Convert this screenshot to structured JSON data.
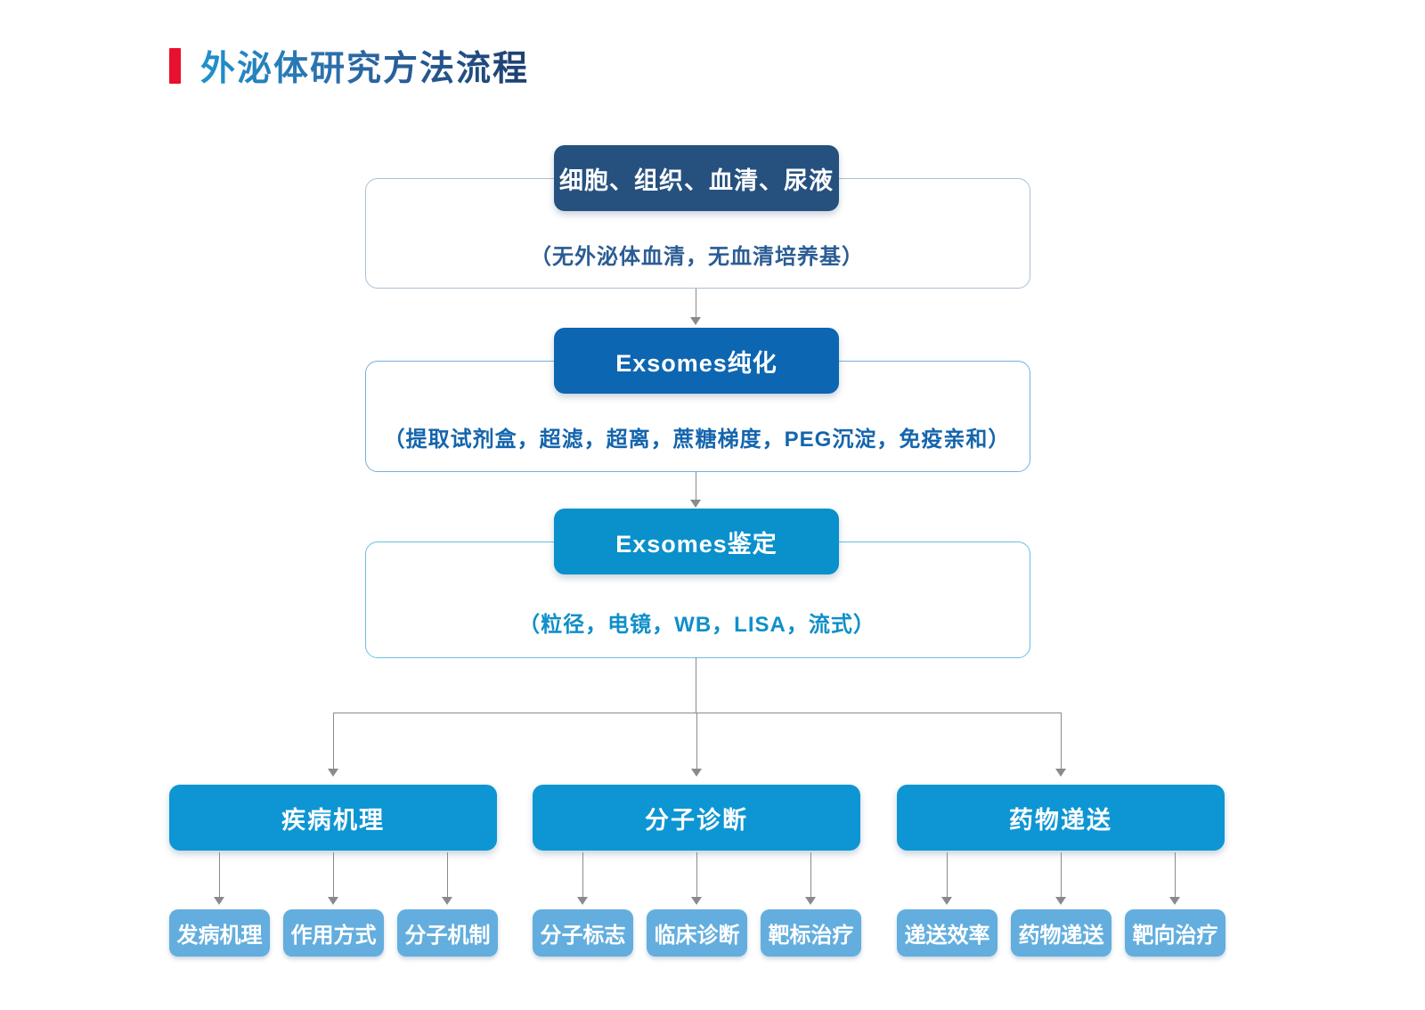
{
  "title": {
    "text": "外泌体研究方法流程",
    "accent_bar_color": "#e8112d",
    "text_color_start": "#2191cd",
    "text_color_end": "#1d3f70"
  },
  "stages": [
    {
      "header": "细胞、组织、血清、尿液",
      "caption": "（无外泌体血清，无血清培养基）",
      "header_color": "#26517f",
      "caption_color": "#2b5c94",
      "container_border_color": "#aabfd2"
    },
    {
      "header": "Exsomes纯化",
      "caption": "（提取试剂盒，超滤，超离，蔗糖梯度，PEG沉淀，免疫亲和）",
      "header_color": "#0d66b1",
      "caption_color": "#1465ad",
      "container_border_color": "#79aeda"
    },
    {
      "header": "Exsomes鉴定",
      "caption": "（粒径，电镜，WB，LISA，流式）",
      "header_color": "#0a90cb",
      "caption_color": "#0f8fc9",
      "container_border_color": "#6bbfe1"
    }
  ],
  "branches": [
    {
      "title": "疾病机理",
      "children": [
        "发病机理",
        "作用方式",
        "分子机制"
      ]
    },
    {
      "title": "分子诊断",
      "children": [
        "分子标志",
        "临床诊断",
        "靶标治疗"
      ]
    },
    {
      "title": "药物递送",
      "children": [
        "递送效率",
        "药物递送",
        "靶向治疗"
      ]
    }
  ],
  "branch_header_color": "#0d96d3",
  "child_box_color": "#63aede",
  "arrow_color": "#8a8a8a"
}
